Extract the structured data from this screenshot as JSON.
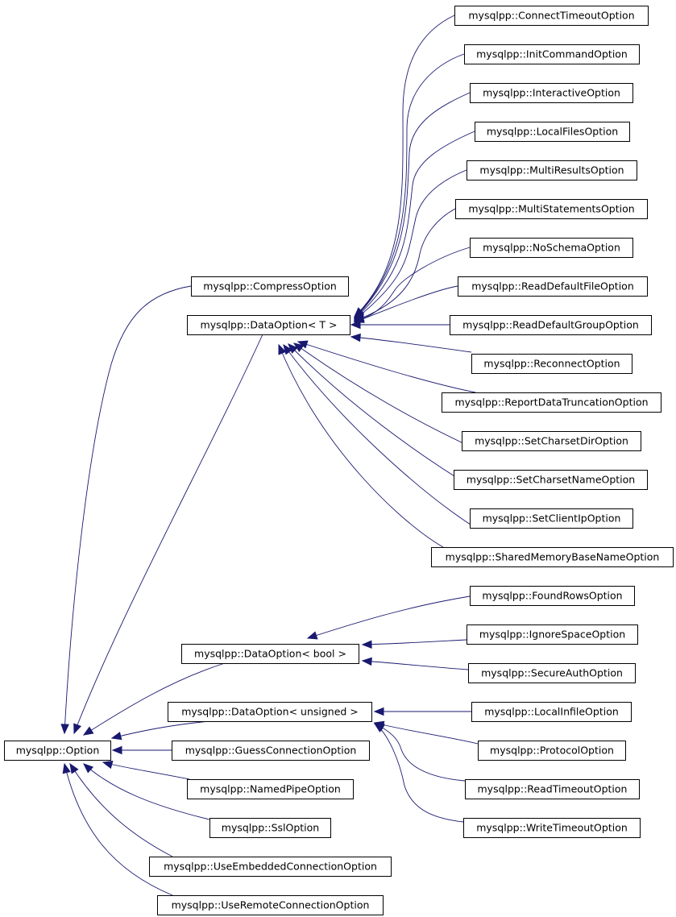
{
  "nodes": [
    {
      "id": "option",
      "label": "mysqlpp::Option"
    },
    {
      "id": "compress",
      "label": "mysqlpp::CompressOption"
    },
    {
      "id": "data_t",
      "label": "mysqlpp::DataOption< T >"
    },
    {
      "id": "data_bool",
      "label": "mysqlpp::DataOption< bool >"
    },
    {
      "id": "data_unsigned",
      "label": "mysqlpp::DataOption< unsigned >"
    },
    {
      "id": "guess",
      "label": "mysqlpp::GuessConnectionOption"
    },
    {
      "id": "named_pipe",
      "label": "mysqlpp::NamedPipeOption"
    },
    {
      "id": "ssl",
      "label": "mysqlpp::SslOption"
    },
    {
      "id": "use_embedded",
      "label": "mysqlpp::UseEmbeddedConnectionOption"
    },
    {
      "id": "use_remote",
      "label": "mysqlpp::UseRemoteConnectionOption"
    },
    {
      "id": "connect_timeout",
      "label": "mysqlpp::ConnectTimeoutOption"
    },
    {
      "id": "init_command",
      "label": "mysqlpp::InitCommandOption"
    },
    {
      "id": "interactive",
      "label": "mysqlpp::InteractiveOption"
    },
    {
      "id": "local_files",
      "label": "mysqlpp::LocalFilesOption"
    },
    {
      "id": "multi_results",
      "label": "mysqlpp::MultiResultsOption"
    },
    {
      "id": "multi_statements",
      "label": "mysqlpp::MultiStatementsOption"
    },
    {
      "id": "no_schema",
      "label": "mysqlpp::NoSchemaOption"
    },
    {
      "id": "read_default_file",
      "label": "mysqlpp::ReadDefaultFileOption"
    },
    {
      "id": "read_default_group",
      "label": "mysqlpp::ReadDefaultGroupOption"
    },
    {
      "id": "reconnect",
      "label": "mysqlpp::ReconnectOption"
    },
    {
      "id": "report_truncation",
      "label": "mysqlpp::ReportDataTruncationOption"
    },
    {
      "id": "charset_dir",
      "label": "mysqlpp::SetCharsetDirOption"
    },
    {
      "id": "charset_name",
      "label": "mysqlpp::SetCharsetNameOption"
    },
    {
      "id": "client_ip",
      "label": "mysqlpp::SetClientIpOption"
    },
    {
      "id": "shared_memory",
      "label": "mysqlpp::SharedMemoryBaseNameOption"
    },
    {
      "id": "found_rows",
      "label": "mysqlpp::FoundRowsOption"
    },
    {
      "id": "ignore_space",
      "label": "mysqlpp::IgnoreSpaceOption"
    },
    {
      "id": "secure_auth",
      "label": "mysqlpp::SecureAuthOption"
    },
    {
      "id": "local_infile",
      "label": "mysqlpp::LocalInfileOption"
    },
    {
      "id": "protocol",
      "label": "mysqlpp::ProtocolOption"
    },
    {
      "id": "read_timeout",
      "label": "mysqlpp::ReadTimeoutOption"
    },
    {
      "id": "write_timeout",
      "label": "mysqlpp::WriteTimeoutOption"
    }
  ],
  "edges": [
    {
      "from": "compress",
      "to": "option"
    },
    {
      "from": "data_t",
      "to": "option"
    },
    {
      "from": "data_bool",
      "to": "option"
    },
    {
      "from": "data_unsigned",
      "to": "option"
    },
    {
      "from": "guess",
      "to": "option"
    },
    {
      "from": "named_pipe",
      "to": "option"
    },
    {
      "from": "ssl",
      "to": "option"
    },
    {
      "from": "use_embedded",
      "to": "option"
    },
    {
      "from": "use_remote",
      "to": "option"
    },
    {
      "from": "connect_timeout",
      "to": "data_t"
    },
    {
      "from": "init_command",
      "to": "data_t"
    },
    {
      "from": "interactive",
      "to": "data_t"
    },
    {
      "from": "local_files",
      "to": "data_t"
    },
    {
      "from": "multi_results",
      "to": "data_t"
    },
    {
      "from": "multi_statements",
      "to": "data_t"
    },
    {
      "from": "no_schema",
      "to": "data_t"
    },
    {
      "from": "read_default_file",
      "to": "data_t"
    },
    {
      "from": "read_default_group",
      "to": "data_t"
    },
    {
      "from": "reconnect",
      "to": "data_t"
    },
    {
      "from": "report_truncation",
      "to": "data_t"
    },
    {
      "from": "charset_dir",
      "to": "data_t"
    },
    {
      "from": "charset_name",
      "to": "data_t"
    },
    {
      "from": "client_ip",
      "to": "data_t"
    },
    {
      "from": "shared_memory",
      "to": "data_t"
    },
    {
      "from": "found_rows",
      "to": "data_bool"
    },
    {
      "from": "ignore_space",
      "to": "data_bool"
    },
    {
      "from": "secure_auth",
      "to": "data_bool"
    },
    {
      "from": "local_infile",
      "to": "data_unsigned"
    },
    {
      "from": "protocol",
      "to": "data_unsigned"
    },
    {
      "from": "read_timeout",
      "to": "data_unsigned"
    },
    {
      "from": "write_timeout",
      "to": "data_unsigned"
    }
  ],
  "colors": {
    "edge": "#191970",
    "box_border": "#000000",
    "background": "#ffffff"
  }
}
